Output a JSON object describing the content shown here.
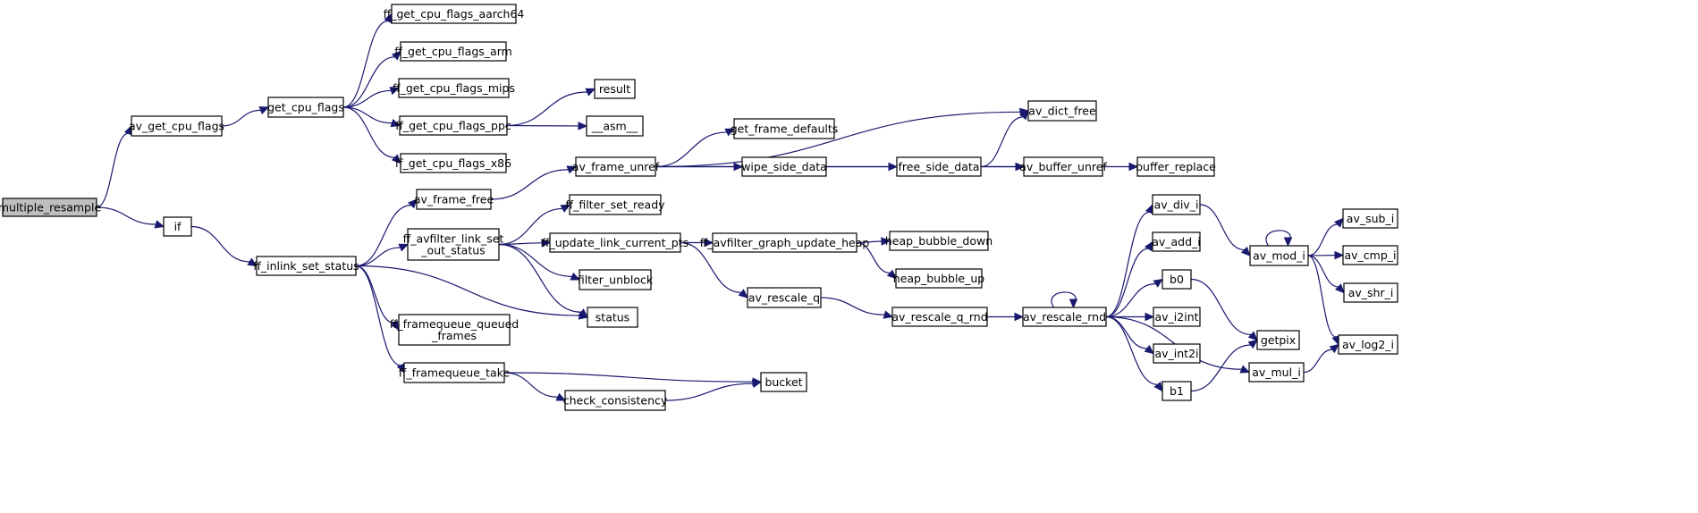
{
  "colors": {
    "edge": "#191970",
    "node_border": "#000000",
    "root_fill": "#bfbfbf",
    "node_fill": "#ffffff"
  },
  "nodes": [
    {
      "id": "multiple_resample",
      "label": [
        "multiple_resample"
      ],
      "root": true
    },
    {
      "id": "av_get_cpu_flags",
      "label": [
        "av_get_cpu_flags"
      ]
    },
    {
      "id": "if",
      "label": [
        "if"
      ]
    },
    {
      "id": "get_cpu_flags",
      "label": [
        "get_cpu_flags"
      ]
    },
    {
      "id": "ff_inlink_set_status",
      "label": [
        "ff_inlink_set_status"
      ]
    },
    {
      "id": "ff_get_cpu_flags_aarch64",
      "label": [
        "ff_get_cpu_flags_aarch64"
      ]
    },
    {
      "id": "ff_get_cpu_flags_arm",
      "label": [
        "ff_get_cpu_flags_arm"
      ]
    },
    {
      "id": "ff_get_cpu_flags_mips",
      "label": [
        "ff_get_cpu_flags_mips"
      ]
    },
    {
      "id": "ff_get_cpu_flags_ppc",
      "label": [
        "ff_get_cpu_flags_ppc"
      ]
    },
    {
      "id": "ff_get_cpu_flags_x86",
      "label": [
        "ff_get_cpu_flags_x86"
      ]
    },
    {
      "id": "av_frame_free",
      "label": [
        "av_frame_free"
      ]
    },
    {
      "id": "ff_avfilter_link_set_out_status",
      "label": [
        "ff_avfilter_link_set",
        "_out_status"
      ]
    },
    {
      "id": "ff_framequeue_queued_frames",
      "label": [
        "ff_framequeue_queued",
        "_frames"
      ]
    },
    {
      "id": "ff_framequeue_take",
      "label": [
        "ff_framequeue_take"
      ]
    },
    {
      "id": "result",
      "label": [
        "result"
      ]
    },
    {
      "id": "__asm__",
      "label": [
        "__asm__"
      ]
    },
    {
      "id": "av_frame_unref",
      "label": [
        "av_frame_unref"
      ]
    },
    {
      "id": "ff_filter_set_ready",
      "label": [
        "ff_filter_set_ready"
      ]
    },
    {
      "id": "ff_update_link_current_pts",
      "label": [
        "ff_update_link_current_pts"
      ]
    },
    {
      "id": "filter_unblock",
      "label": [
        "filter_unblock"
      ]
    },
    {
      "id": "status",
      "label": [
        "status"
      ]
    },
    {
      "id": "check_consistency",
      "label": [
        "check_consistency"
      ]
    },
    {
      "id": "get_frame_defaults",
      "label": [
        "get_frame_defaults"
      ]
    },
    {
      "id": "wipe_side_data",
      "label": [
        "wipe_side_data"
      ]
    },
    {
      "id": "ff_avfilter_graph_update_heap",
      "label": [
        "ff_avfilter_graph_update_heap"
      ]
    },
    {
      "id": "av_rescale_q",
      "label": [
        "av_rescale_q"
      ]
    },
    {
      "id": "bucket",
      "label": [
        "bucket"
      ]
    },
    {
      "id": "free_side_data",
      "label": [
        "free_side_data"
      ]
    },
    {
      "id": "heap_bubble_down",
      "label": [
        "heap_bubble_down"
      ]
    },
    {
      "id": "heap_bubble_up",
      "label": [
        "heap_bubble_up"
      ]
    },
    {
      "id": "av_rescale_q_rnd",
      "label": [
        "av_rescale_q_rnd"
      ]
    },
    {
      "id": "av_dict_free",
      "label": [
        "av_dict_free"
      ]
    },
    {
      "id": "av_buffer_unref",
      "label": [
        "av_buffer_unref"
      ]
    },
    {
      "id": "av_rescale_rnd",
      "label": [
        "av_rescale_rnd"
      ]
    },
    {
      "id": "buffer_replace",
      "label": [
        "buffer_replace"
      ]
    },
    {
      "id": "av_div_i",
      "label": [
        "av_div_i"
      ]
    },
    {
      "id": "av_add_i",
      "label": [
        "av_add_i"
      ]
    },
    {
      "id": "b0",
      "label": [
        "b0"
      ]
    },
    {
      "id": "av_i2int",
      "label": [
        "av_i2int"
      ]
    },
    {
      "id": "av_int2i",
      "label": [
        "av_int2i"
      ]
    },
    {
      "id": "b1",
      "label": [
        "b1"
      ]
    },
    {
      "id": "av_mul_i",
      "label": [
        "av_mul_i"
      ]
    },
    {
      "id": "av_mod_i",
      "label": [
        "av_mod_i"
      ]
    },
    {
      "id": "getpix",
      "label": [
        "getpix"
      ]
    },
    {
      "id": "av_sub_i",
      "label": [
        "av_sub_i"
      ]
    },
    {
      "id": "av_cmp_i",
      "label": [
        "av_cmp_i"
      ]
    },
    {
      "id": "av_shr_i",
      "label": [
        "av_shr_i"
      ]
    },
    {
      "id": "av_log2_i",
      "label": [
        "av_log2_i"
      ]
    }
  ],
  "edges": [
    [
      "multiple_resample",
      "av_get_cpu_flags"
    ],
    [
      "multiple_resample",
      "if"
    ],
    [
      "av_get_cpu_flags",
      "get_cpu_flags"
    ],
    [
      "get_cpu_flags",
      "ff_get_cpu_flags_aarch64"
    ],
    [
      "get_cpu_flags",
      "ff_get_cpu_flags_arm"
    ],
    [
      "get_cpu_flags",
      "ff_get_cpu_flags_mips"
    ],
    [
      "get_cpu_flags",
      "ff_get_cpu_flags_ppc"
    ],
    [
      "get_cpu_flags",
      "ff_get_cpu_flags_x86"
    ],
    [
      "ff_get_cpu_flags_ppc",
      "result"
    ],
    [
      "ff_get_cpu_flags_ppc",
      "__asm__"
    ],
    [
      "if",
      "ff_inlink_set_status"
    ],
    [
      "ff_inlink_set_status",
      "av_frame_free"
    ],
    [
      "ff_inlink_set_status",
      "ff_avfilter_link_set_out_status"
    ],
    [
      "ff_inlink_set_status",
      "status"
    ],
    [
      "ff_inlink_set_status",
      "ff_framequeue_queued_frames"
    ],
    [
      "ff_inlink_set_status",
      "ff_framequeue_take"
    ],
    [
      "av_frame_free",
      "av_frame_unref"
    ],
    [
      "av_frame_unref",
      "av_dict_free"
    ],
    [
      "av_frame_unref",
      "get_frame_defaults"
    ],
    [
      "av_frame_unref",
      "wipe_side_data"
    ],
    [
      "av_frame_unref",
      "av_buffer_unref"
    ],
    [
      "wipe_side_data",
      "free_side_data"
    ],
    [
      "free_side_data",
      "av_dict_free"
    ],
    [
      "free_side_data",
      "av_buffer_unref"
    ],
    [
      "av_buffer_unref",
      "buffer_replace"
    ],
    [
      "ff_avfilter_link_set_out_status",
      "ff_filter_set_ready"
    ],
    [
      "ff_avfilter_link_set_out_status",
      "ff_update_link_current_pts"
    ],
    [
      "ff_avfilter_link_set_out_status",
      "filter_unblock"
    ],
    [
      "ff_avfilter_link_set_out_status",
      "status"
    ],
    [
      "ff_update_link_current_pts",
      "ff_avfilter_graph_update_heap"
    ],
    [
      "ff_update_link_current_pts",
      "av_rescale_q"
    ],
    [
      "ff_avfilter_graph_update_heap",
      "heap_bubble_down"
    ],
    [
      "ff_avfilter_graph_update_heap",
      "heap_bubble_up"
    ],
    [
      "av_rescale_q",
      "av_rescale_q_rnd"
    ],
    [
      "av_rescale_q_rnd",
      "av_rescale_rnd"
    ],
    [
      "av_rescale_rnd",
      "av_rescale_rnd"
    ],
    [
      "av_rescale_rnd",
      "av_div_i"
    ],
    [
      "av_rescale_rnd",
      "av_add_i"
    ],
    [
      "av_rescale_rnd",
      "b0"
    ],
    [
      "av_rescale_rnd",
      "av_i2int"
    ],
    [
      "av_rescale_rnd",
      "av_int2i"
    ],
    [
      "av_rescale_rnd",
      "b1"
    ],
    [
      "av_rescale_rnd",
      "av_mul_i"
    ],
    [
      "av_div_i",
      "av_mod_i"
    ],
    [
      "av_mod_i",
      "av_mod_i"
    ],
    [
      "av_mod_i",
      "av_sub_i"
    ],
    [
      "av_mod_i",
      "av_cmp_i"
    ],
    [
      "av_mod_i",
      "av_shr_i"
    ],
    [
      "av_mod_i",
      "av_log2_i"
    ],
    [
      "av_mul_i",
      "av_log2_i"
    ],
    [
      "b0",
      "getpix"
    ],
    [
      "b1",
      "getpix"
    ],
    [
      "ff_framequeue_take",
      "bucket"
    ],
    [
      "ff_framequeue_take",
      "check_consistency"
    ],
    [
      "check_consistency",
      "bucket"
    ]
  ]
}
